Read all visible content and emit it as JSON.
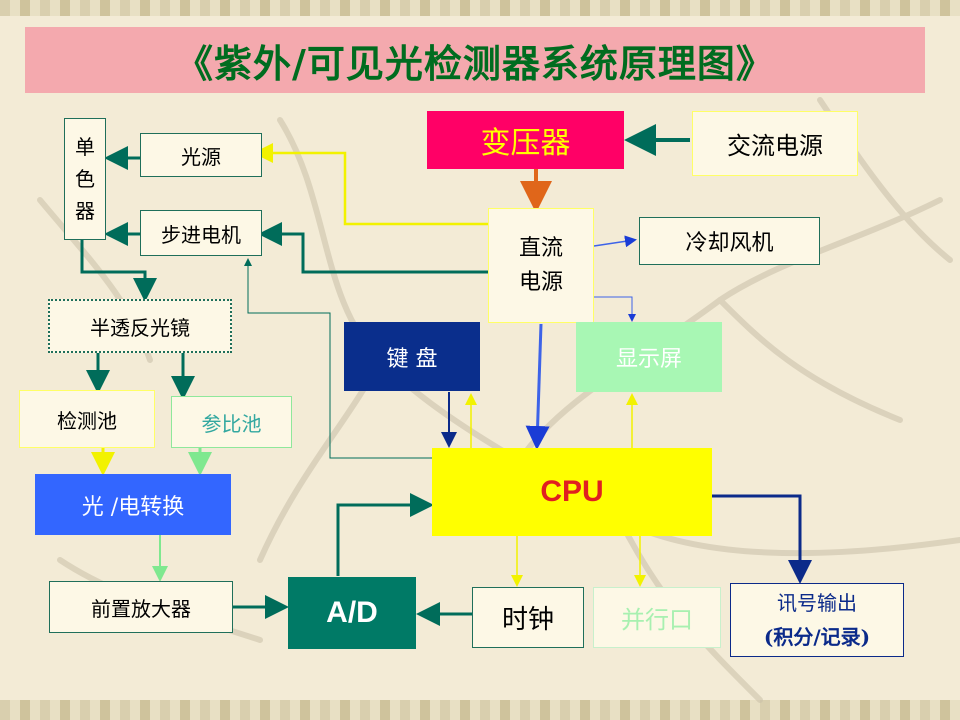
{
  "title": "《紫外/可见光检测器系统原理图》",
  "blocks": {
    "monochromator": [
      "单",
      "色",
      "器"
    ],
    "light_source": "光源",
    "stepper_motor": "步进电机",
    "transformer": "变压器",
    "ac_power": "交流电源",
    "dc_power": [
      "直流",
      "电源"
    ],
    "cooling_fan": "冷却风机",
    "half_mirror": "半透反光镜",
    "keyboard": "键 盘",
    "display": "显示屏",
    "sample_cell": "检测池",
    "reference_cell": "参比池",
    "photo_converter": "光 /电转换",
    "cpu": "CPU",
    "preamp": "前置放大器",
    "adc": "A/D",
    "clock": "时钟",
    "parallel_port": "并行口",
    "signal_output": [
      "讯号输出",
      "(积分/记录)"
    ]
  },
  "colors": {
    "title_bg": "#f4a9ae",
    "title_text": "#006c1f",
    "transformer_bg": "#ff0066",
    "keyboard_bg": "#0a2e8c",
    "display_bg": "#a8f7b4",
    "photo_converter_bg": "#3366ff",
    "cpu_bg": "#ffff00",
    "adc_bg": "#007a66"
  }
}
